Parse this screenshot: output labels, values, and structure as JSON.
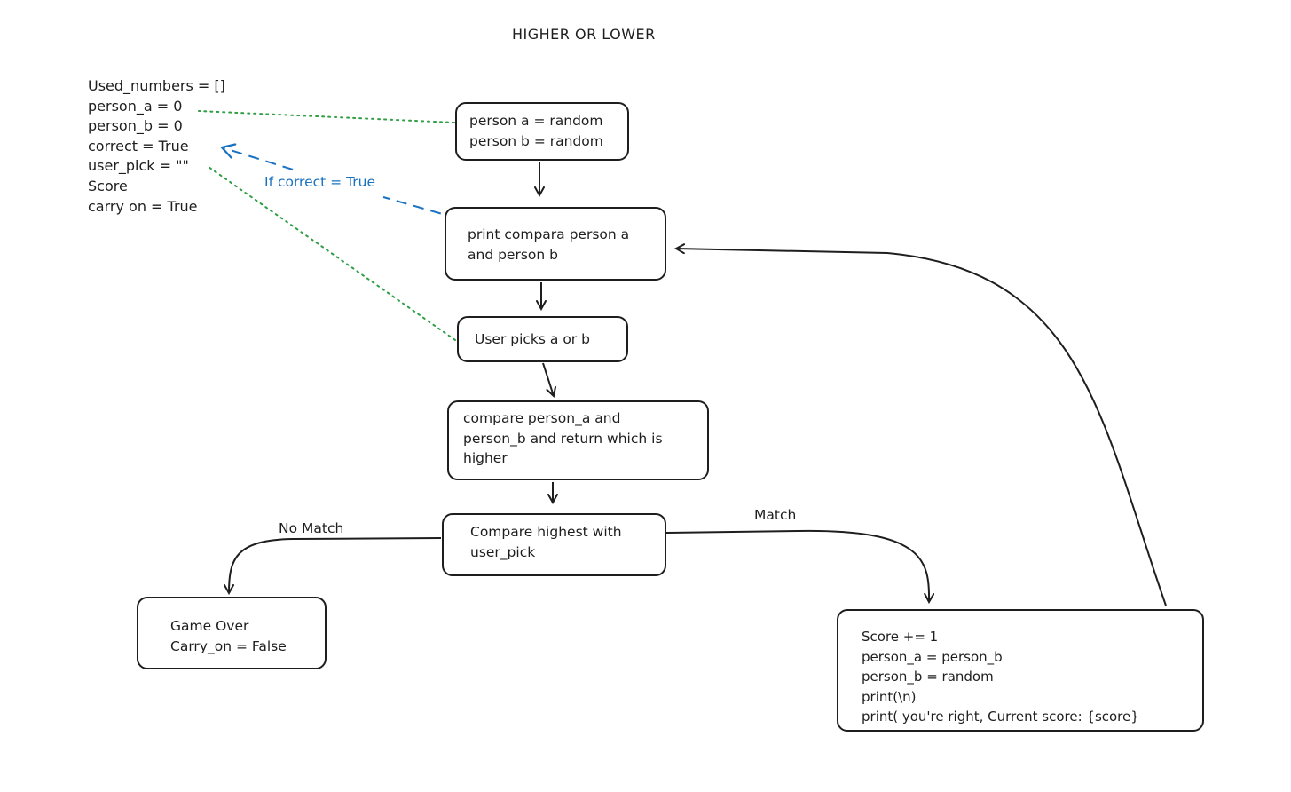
{
  "title": "HIGHER OR LOWER",
  "variables": [
    "Used_numbers = []",
    "person_a = 0",
    "person_b = 0",
    "correct = True",
    "user_pick = \"\"",
    "Score",
    "carry on = True"
  ],
  "nodes": {
    "init": [
      "person a = random",
      "person b = random"
    ],
    "print": [
      "print compara person a",
      "and person b"
    ],
    "pick": [
      "User picks a or b"
    ],
    "compare": [
      "compare person_a and",
      "person_b and return which is",
      "higher"
    ],
    "check": [
      "Compare highest with",
      "user_pick"
    ],
    "gameover": [
      "Game Over",
      "Carry_on = False"
    ],
    "score": [
      "Score += 1",
      "person_a = person_b",
      "person_b = random",
      "print(\\n)",
      "print( you're right, Current score: {score}"
    ]
  },
  "edge_labels": {
    "if_correct": "If correct = True",
    "no_match": "No Match",
    "match": "Match"
  },
  "colors": {
    "stroke": "#1e1e1e",
    "green_dotted": "#2f9e44",
    "blue_dashed": "#1971c2"
  }
}
